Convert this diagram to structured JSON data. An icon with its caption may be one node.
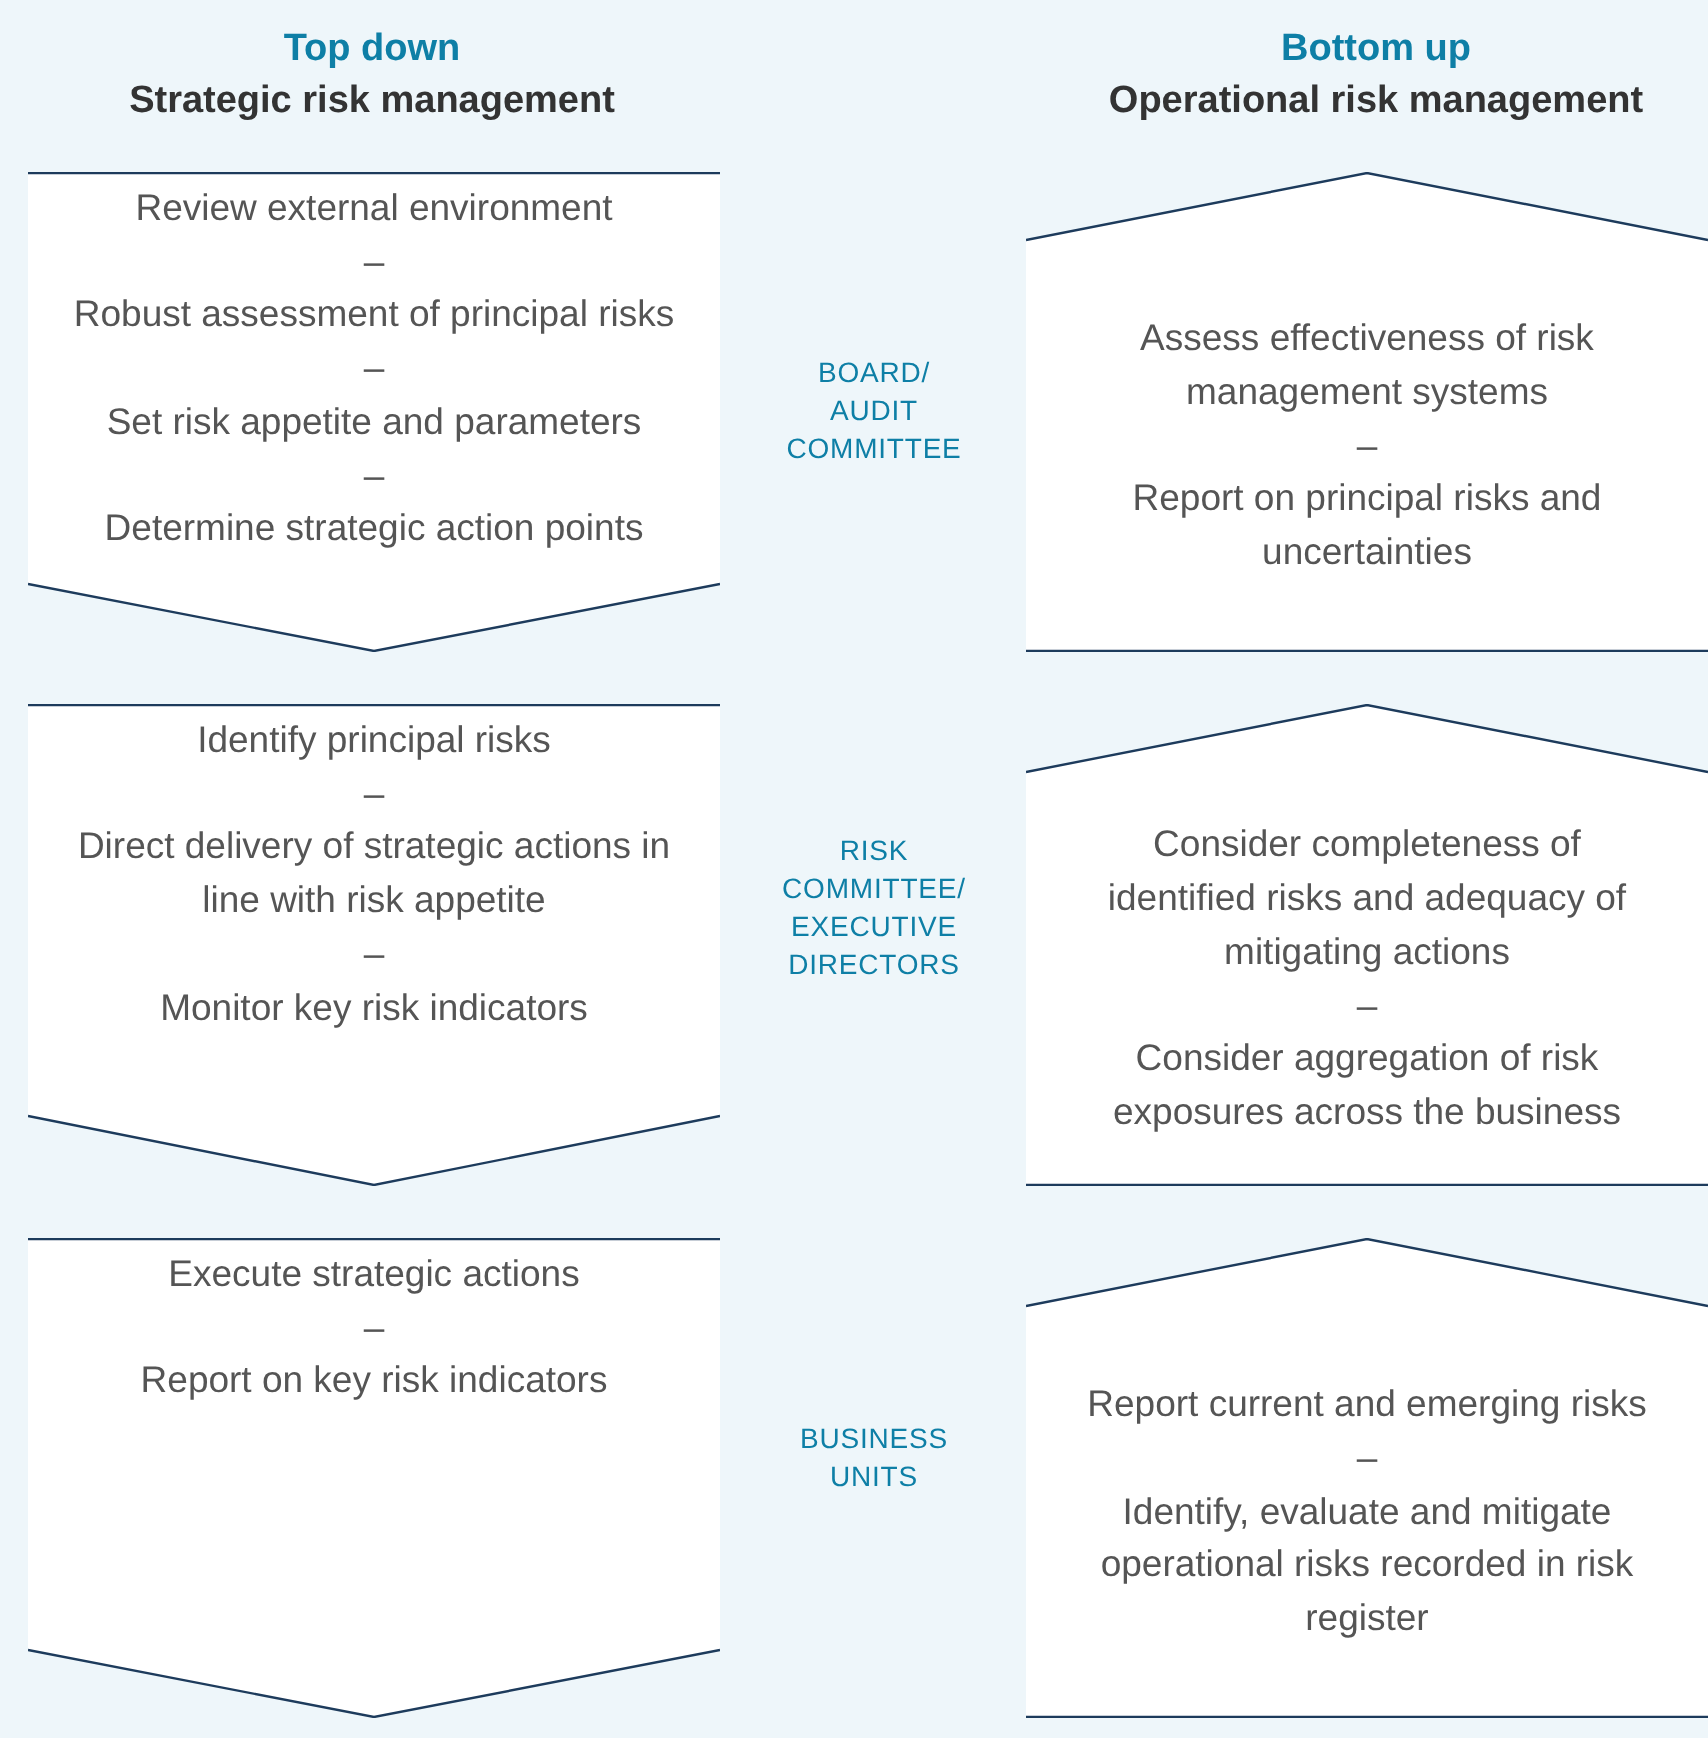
{
  "diagram": {
    "nodes": [
      {
        "text": [
          "Review external environment",
          "–",
          "Robust assessment of principal risks",
          "–",
          "Set risk appetite and parameters",
          "–",
          "Determine strategic action points"
        ]
      },
      {
        "text": [
          "Assess effectiveness of risk management systems",
          "–",
          "Report on principal risks and uncertainties"
        ]
      },
      {
        "text": [
          "Identify principal risks",
          "–",
          "Direct delivery of strategic actions in line with risk appetite",
          "–",
          "Monitor key risk indicators"
        ]
      },
      {
        "text": [
          "Consider completeness of identified risks and adequacy of mitigating actions",
          "–",
          "Consider aggregation of risk exposures across the business"
        ]
      },
      {
        "text": [
          "Execute strategic actions",
          "–",
          "Report on key risk indicators"
        ]
      },
      {
        "text": [
          "Report current and emerging risks",
          "–",
          "Identify, evaluate and mitigate operational risks recorded in risk register"
        ]
      }
    ],
    "edges": [],
    "labels": [
      "Top down",
      "Bottom up",
      "Strategic risk management",
      "Operational risk management",
      "BOARD/ AUDIT COMMITTEE",
      "RISK COMMITTEE/ EXECUTIVE DIRECTORS",
      "BUSINESS UNITS"
    ]
  }
}
